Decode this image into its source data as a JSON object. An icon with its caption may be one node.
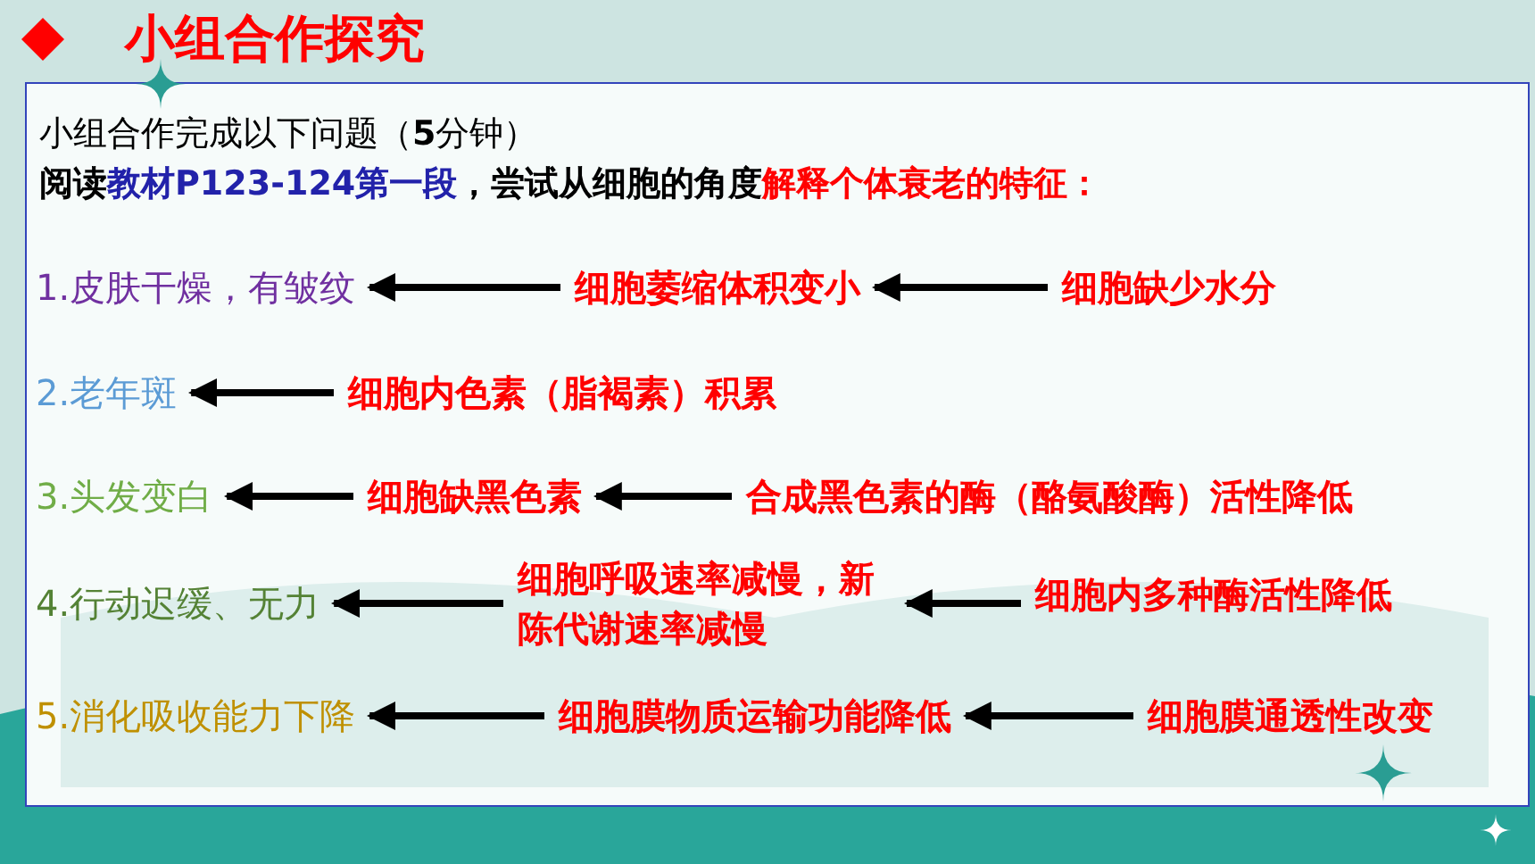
{
  "diagram": {
    "title": "小组合作探究",
    "nodes": [
      {
        "text": [
          "1.皮肤干燥，有皱纹"
        ]
      },
      {
        "text": [
          "细胞萎缩体积变小"
        ]
      },
      {
        "text": [
          "细胞缺少水分"
        ]
      },
      {
        "text": [
          "2.老年斑"
        ]
      },
      {
        "text": [
          "细胞内色素（脂褐素）积累"
        ]
      },
      {
        "text": [
          "3.头发变白"
        ]
      },
      {
        "text": [
          "细胞缺黑色素"
        ]
      },
      {
        "text": [
          "合成黑色素的酶（酪氨酸酶）活性降低"
        ]
      },
      {
        "text": [
          "4.行动迟缓、无力"
        ]
      },
      {
        "text": [
          "细胞呼吸速率减慢，新陈代谢速率减慢"
        ]
      },
      {
        "text": [
          "细胞内多种酶活性降低"
        ]
      },
      {
        "text": [
          "5.消化吸收能力下降"
        ]
      },
      {
        "text": [
          "细胞膜物质运输功能降低"
        ]
      },
      {
        "text": [
          "细胞膜通透性改变"
        ]
      }
    ],
    "edges": [
      {
        "from": 1,
        "to": 0,
        "arrow": "to"
      },
      {
        "from": 2,
        "to": 1,
        "arrow": "to"
      },
      {
        "from": 4,
        "to": 3,
        "arrow": "to"
      },
      {
        "from": 6,
        "to": 5,
        "arrow": "to"
      },
      {
        "from": 7,
        "to": 6,
        "arrow": "to"
      },
      {
        "from": 9,
        "to": 8,
        "arrow": "to"
      },
      {
        "from": 10,
        "to": 9,
        "arrow": "to"
      },
      {
        "from": 12,
        "to": 11,
        "arrow": "to"
      },
      {
        "from": 13,
        "to": 12,
        "arrow": "to"
      }
    ],
    "labels": [
      "小组合作完成以下问题（**5**分钟）",
      "阅读",
      "教材P123-124第一段",
      "，尝试从细胞的角度",
      "解释个体衰老的特征："
    ]
  }
}
